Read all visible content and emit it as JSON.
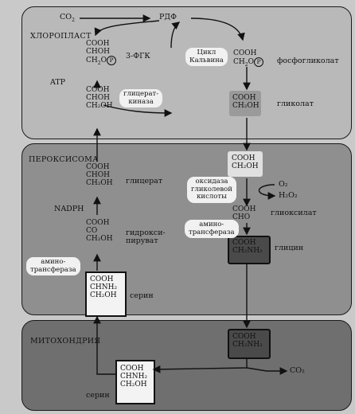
{
  "regions": {
    "chloroplast": "ХЛОРОПЛАСТ",
    "peroxisome": "ПЕРОКСИСОМА",
    "mitochondrion": "МИТОХОНДРИЯ"
  },
  "chloroplast": {
    "co2": "CO",
    "co2_sub": "2",
    "rdf": "РДФ",
    "calvin_cycle": [
      "Цикл",
      "Кальвина"
    ],
    "pgk_label": "3-ФГК",
    "pgk_formula": [
      "COOH",
      "CHOH",
      "CH"
    ],
    "pgk_last_rest": "O",
    "atp": "ATP",
    "glycerate_kinase": [
      "глицерат-",
      "киназа"
    ],
    "phosphoglycolate_formula": [
      "COOH",
      "CH"
    ],
    "phosphoglycolate_rest": "O",
    "phosphoglycolate_label": "фосфогликолат",
    "phosphate_symbol": "P",
    "glycerate_formula": [
      "COOH",
      "CHOH",
      "CH₂OH"
    ],
    "glycolate_formula": [
      "COOH",
      "CH₂OH"
    ],
    "glycolate_label": "гликолат"
  },
  "peroxisome": {
    "glycerate_formula": [
      "COOH",
      "CHOH",
      "CH₂OH"
    ],
    "glycerate_label": "глицерат",
    "nadph": "NADPH",
    "hydroxypyruvate_formula": [
      "COOH",
      "CO",
      "CH₂OH"
    ],
    "hydroxypyruvate_label": [
      "гидрокси-",
      "пируват"
    ],
    "aminotransferase_left": [
      "амино-",
      "трансфераза"
    ],
    "serine_formula": [
      "COOH",
      "CHNH₂",
      "CH₂OH"
    ],
    "serine_label": "серин",
    "glycolate_formula": [
      "COOH",
      "CH₂OH"
    ],
    "oxidase": [
      "оксидаза",
      "гликолевой",
      "кислоты"
    ],
    "o2": "O₂",
    "h2o2": "H₂O₂",
    "glyoxylate_formula": [
      "COOH",
      "CHO"
    ],
    "glyoxylate_label": "глиоксилат",
    "aminotransferase_right": [
      "амино-",
      "трансфераза"
    ],
    "glycine_formula": [
      "COOH",
      "CH₂NH₂"
    ],
    "glycine_label": "глицин"
  },
  "mitochondrion": {
    "glycine_formula": [
      "COOH",
      "CH₂NH₂"
    ],
    "serine_formula": [
      "COOH",
      "CHNH₂",
      "CH₂OH"
    ],
    "serine_label": "серин",
    "co2": "CO₂"
  }
}
